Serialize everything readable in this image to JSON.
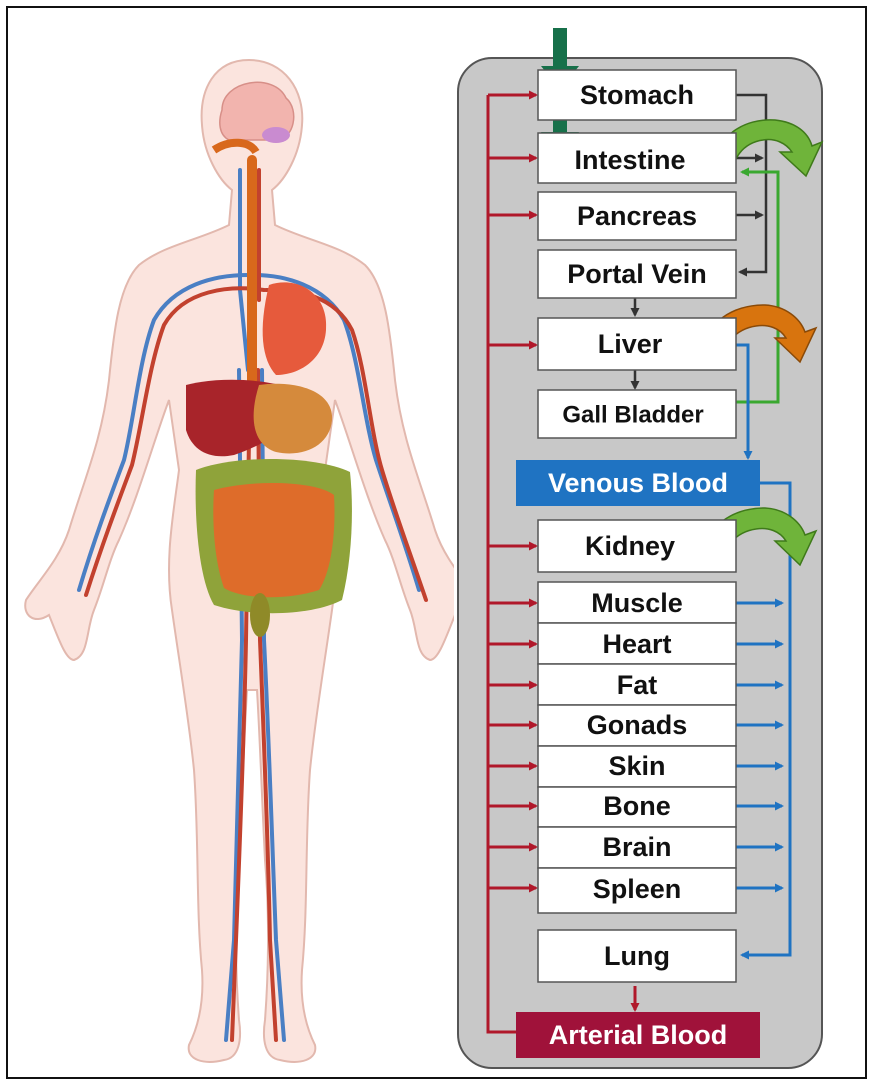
{
  "diagram": {
    "organs": {
      "stomach": "Stomach",
      "intestine": "Intestine",
      "pancreas": "Pancreas",
      "portal_vein": "Portal Vein",
      "liver": "Liver",
      "gall_bladder": "Gall Bladder",
      "kidney": "Kidney",
      "muscle": "Muscle",
      "heart": "Heart",
      "fat": "Fat",
      "gonads": "Gonads",
      "skin": "Skin",
      "bone": "Bone",
      "brain": "Brain",
      "spleen": "Spleen",
      "lung": "Lung"
    },
    "venous_blood": "Venous Blood",
    "arterial_blood": "Arterial Blood"
  },
  "colors": {
    "arterial": "#b0182a",
    "venous": "#1f73c2",
    "panel": "#c8c8c8",
    "oral_input": "#17704a",
    "biliary": "#3aa830",
    "recirculation_green": "#6fb43a",
    "recirculation_orange": "#d8740e"
  }
}
